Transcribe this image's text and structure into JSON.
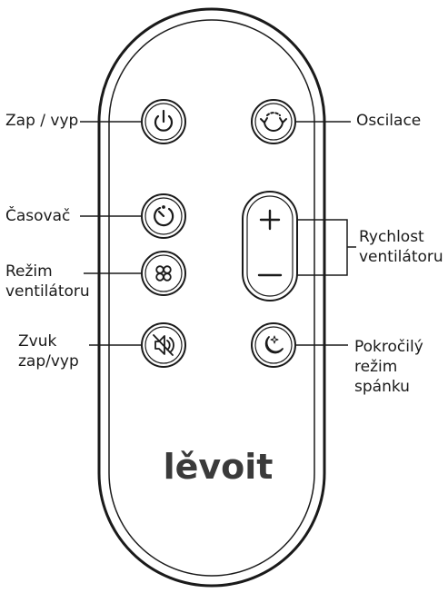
{
  "brand": "lěvoit",
  "labels": {
    "power": "Zap / vyp",
    "oscillation": "Oscilace",
    "timer": "Časovač",
    "fan_speed_line1": "Rychlost",
    "fan_speed_line2": "ventilátoru",
    "fan_mode_line1": "Režim",
    "fan_mode_line2": "ventilátoru",
    "sound_line1": "Zvuk",
    "sound_line2": "zap/vyp",
    "sleep_line1": "Pokročilý",
    "sleep_line2": "režim",
    "sleep_line3": "spánku"
  },
  "speed_symbols": {
    "plus": "+",
    "minus": "—"
  },
  "icons": [
    "power-icon",
    "oscillation-icon",
    "timer-icon",
    "fan-mode-icon",
    "mute-icon",
    "sleep-moon-icon",
    "plus-icon",
    "minus-icon"
  ],
  "colors": {
    "outline": "#1a1a1a",
    "body": "#ffffff",
    "logo": "#3a3a3a"
  }
}
